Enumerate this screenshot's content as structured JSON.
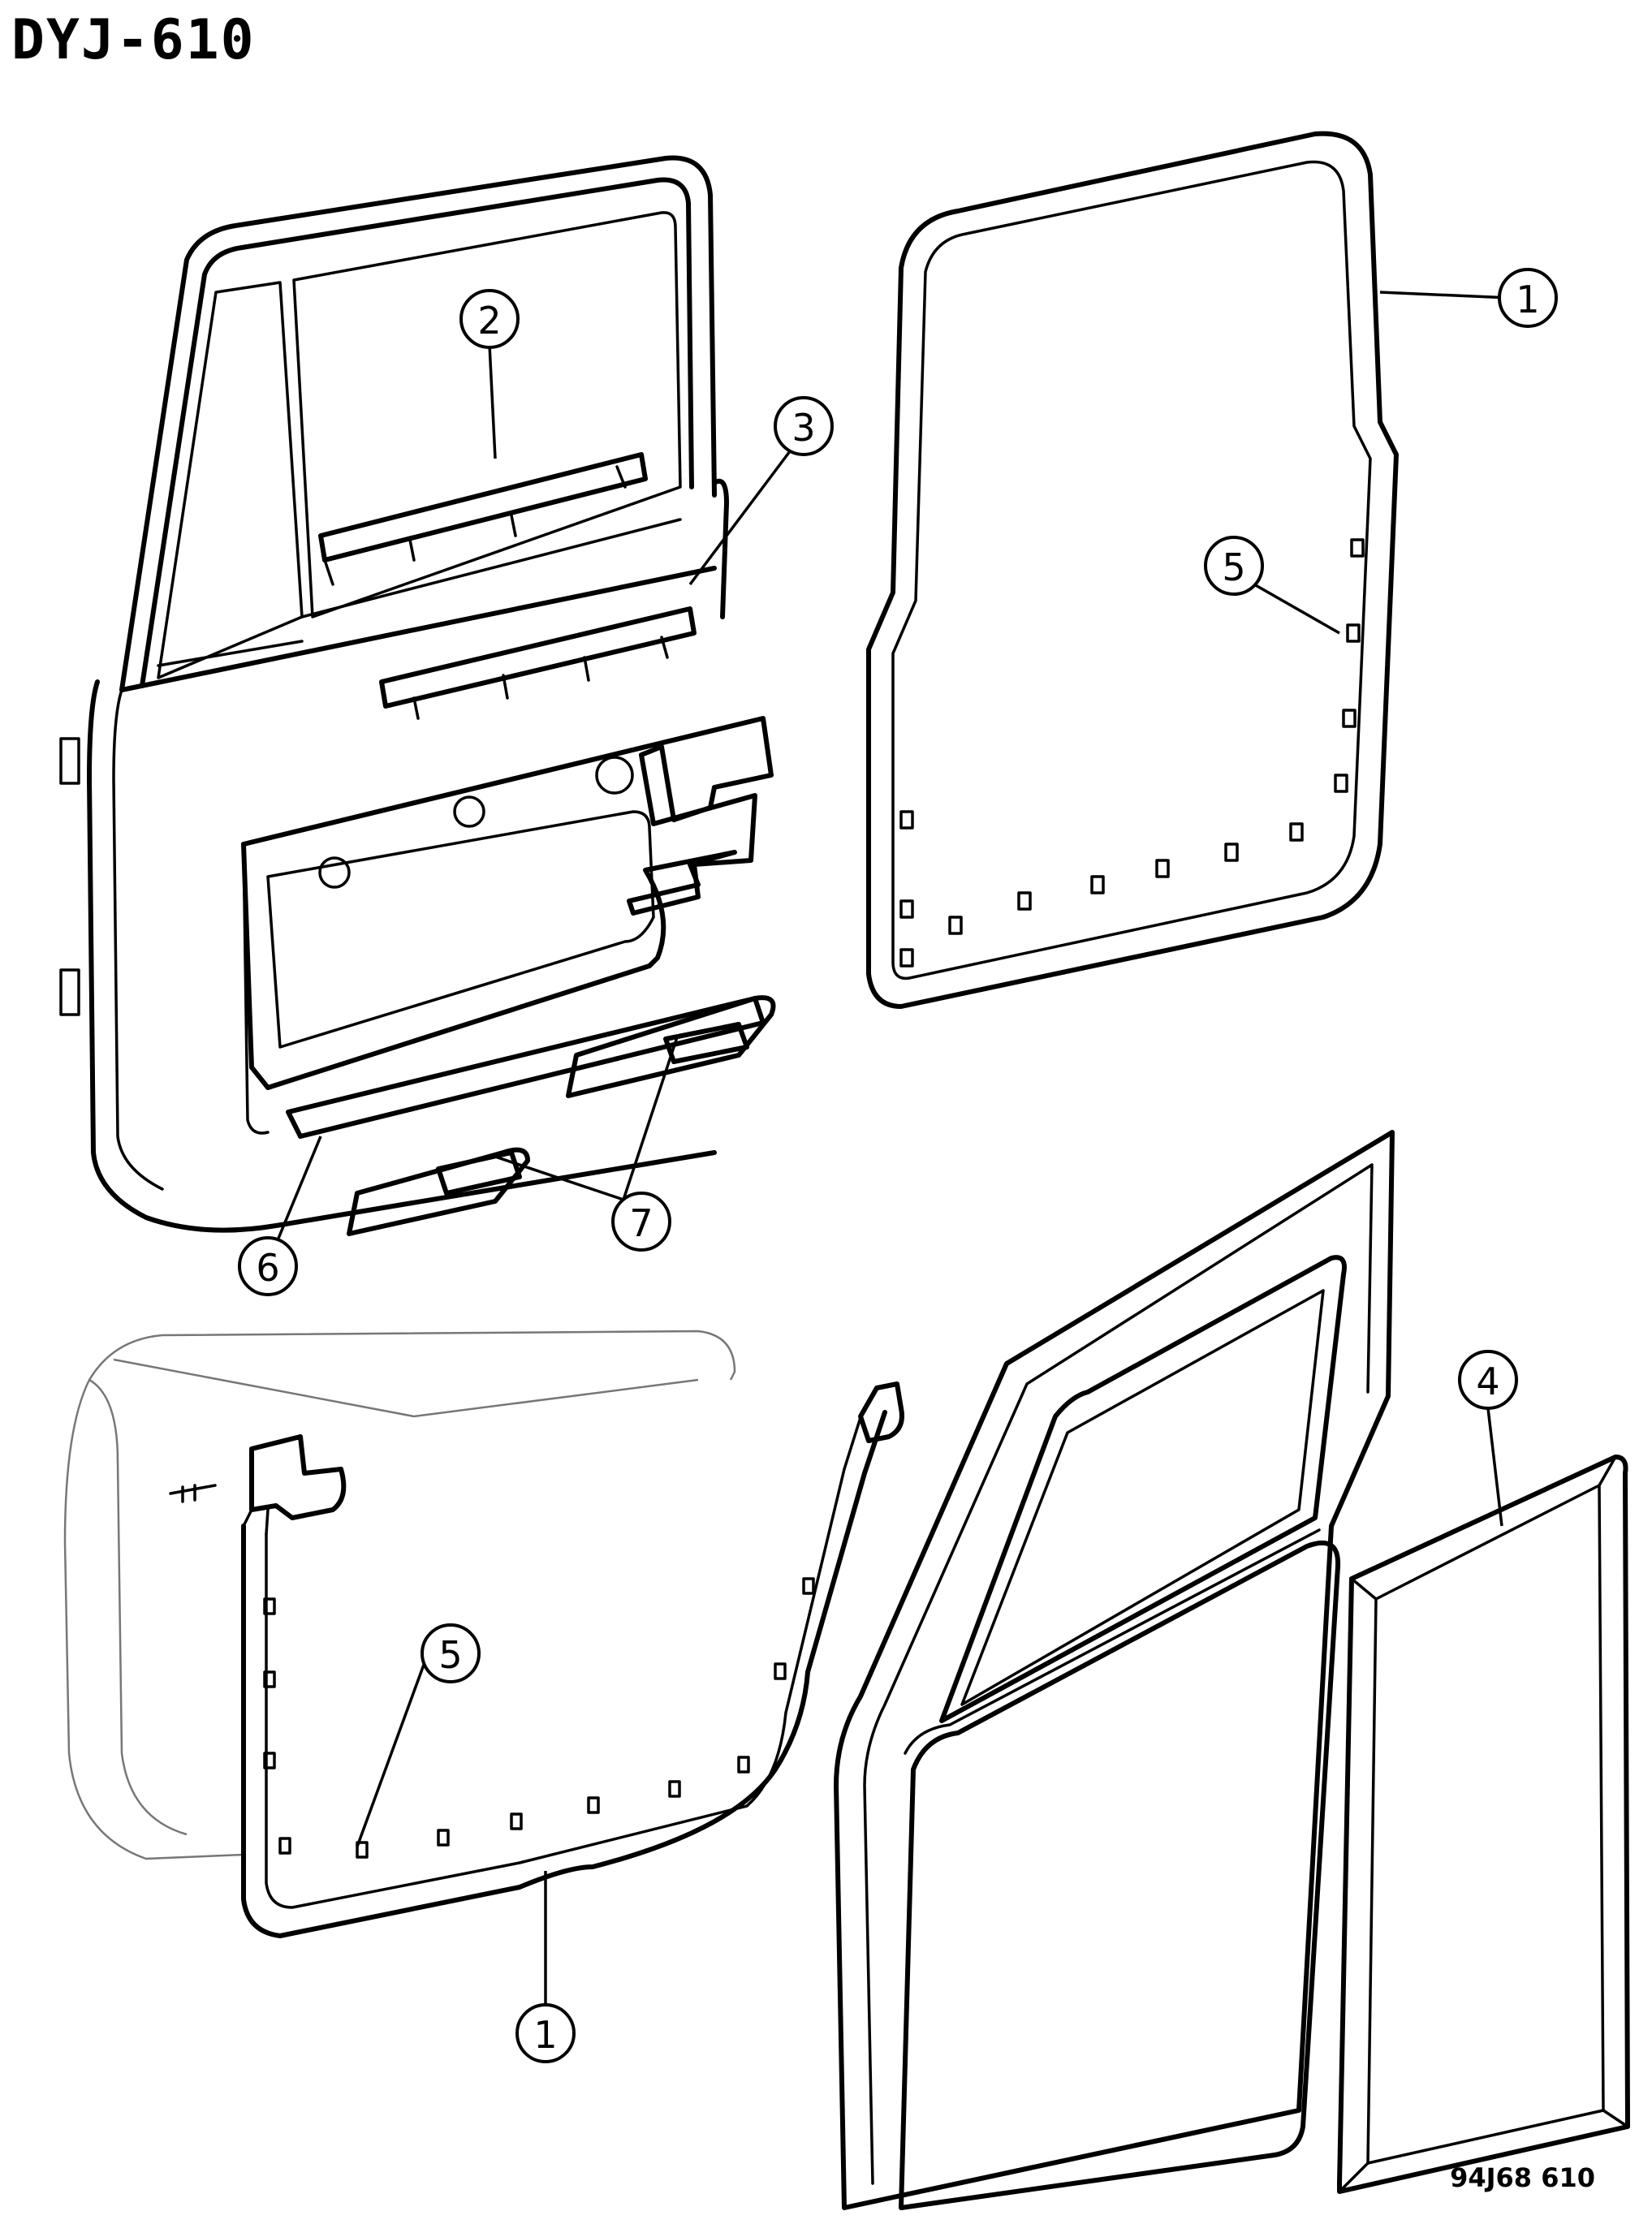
{
  "header": {
    "diagram_id": "DYJ-610"
  },
  "footer": {
    "figure_code": "94J68  610"
  },
  "callouts": [
    {
      "id": "c1a",
      "label": "1"
    },
    {
      "id": "c2",
      "label": "2"
    },
    {
      "id": "c3",
      "label": "3"
    },
    {
      "id": "c5a",
      "label": "5"
    },
    {
      "id": "c6",
      "label": "6"
    },
    {
      "id": "c7",
      "label": "7"
    },
    {
      "id": "c4",
      "label": "4"
    },
    {
      "id": "c5b",
      "label": "5"
    },
    {
      "id": "c1b",
      "label": "1"
    }
  ]
}
